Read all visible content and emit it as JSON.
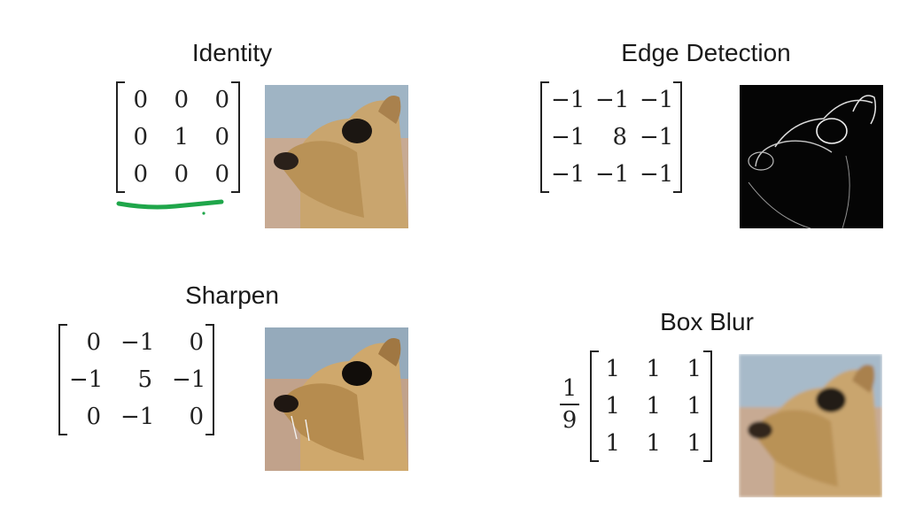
{
  "panels": {
    "identity": {
      "title": "Identity",
      "matrix": [
        [
          "0",
          "0",
          "0"
        ],
        [
          "0",
          "1",
          "0"
        ],
        [
          "0",
          "0",
          "0"
        ]
      ]
    },
    "edge": {
      "title": "Edge Detection",
      "matrix": [
        [
          "−1",
          "−1",
          "−1"
        ],
        [
          "−1",
          "8",
          "−1"
        ],
        [
          "−1",
          "−1",
          "−1"
        ]
      ]
    },
    "sharpen": {
      "title": "Sharpen",
      "matrix": [
        [
          "0",
          "−1",
          "0"
        ],
        [
          "−1",
          "5",
          "−1"
        ],
        [
          "0",
          "−1",
          "0"
        ]
      ]
    },
    "blur": {
      "title": "Box Blur",
      "coef_num": "1",
      "coef_den": "9",
      "matrix": [
        [
          "1",
          "1",
          "1"
        ],
        [
          "1",
          "1",
          "1"
        ],
        [
          "1",
          "1",
          "1"
        ]
      ]
    }
  },
  "colors": {
    "annotation": "#1fa64a",
    "fur": "#c9a56e",
    "sky": "#9fb4c4",
    "edge_bg": "#050505"
  }
}
